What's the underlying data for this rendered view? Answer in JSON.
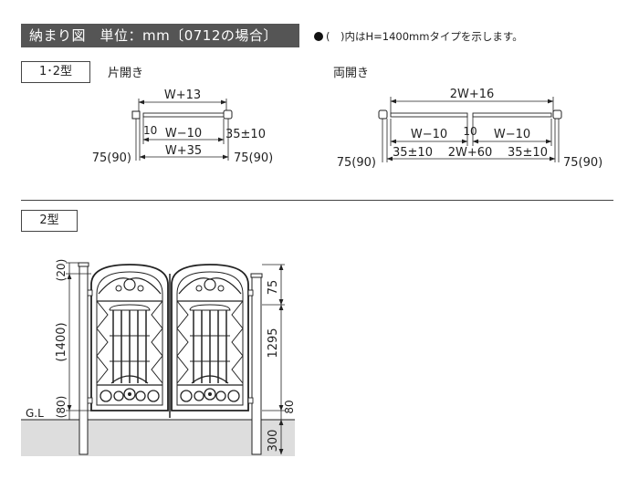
{
  "header": {
    "title": "納まり図　単位：mm〔0712の場合〕",
    "note": "(　)内はH=1400mmタイプを示します。"
  },
  "section_12": {
    "type_label": "1･2型",
    "single": {
      "title": "片開き",
      "top": "W+13",
      "gap": "10",
      "width": "W−10",
      "clearance": "35±10",
      "total": "W+35",
      "post_left": "75(90)",
      "post_right": "75(90)"
    },
    "double": {
      "title": "両開き",
      "top": "2W+16",
      "left_width": "W−10",
      "gap": "10",
      "right_width": "W−10",
      "clear_left": "35±10",
      "total": "2W+60",
      "clear_right": "35±10",
      "post_left": "75(90)",
      "post_right": "75(90)"
    }
  },
  "section_2": {
    "type_label": "2型",
    "dim_top_gap": "(20)",
    "dim_height": "(1400)",
    "dim_bottom_gap": "(80)",
    "gl": "G.L",
    "dim_75": "75",
    "dim_1295": "1295",
    "dim_80": "80",
    "dim_300": "300"
  }
}
